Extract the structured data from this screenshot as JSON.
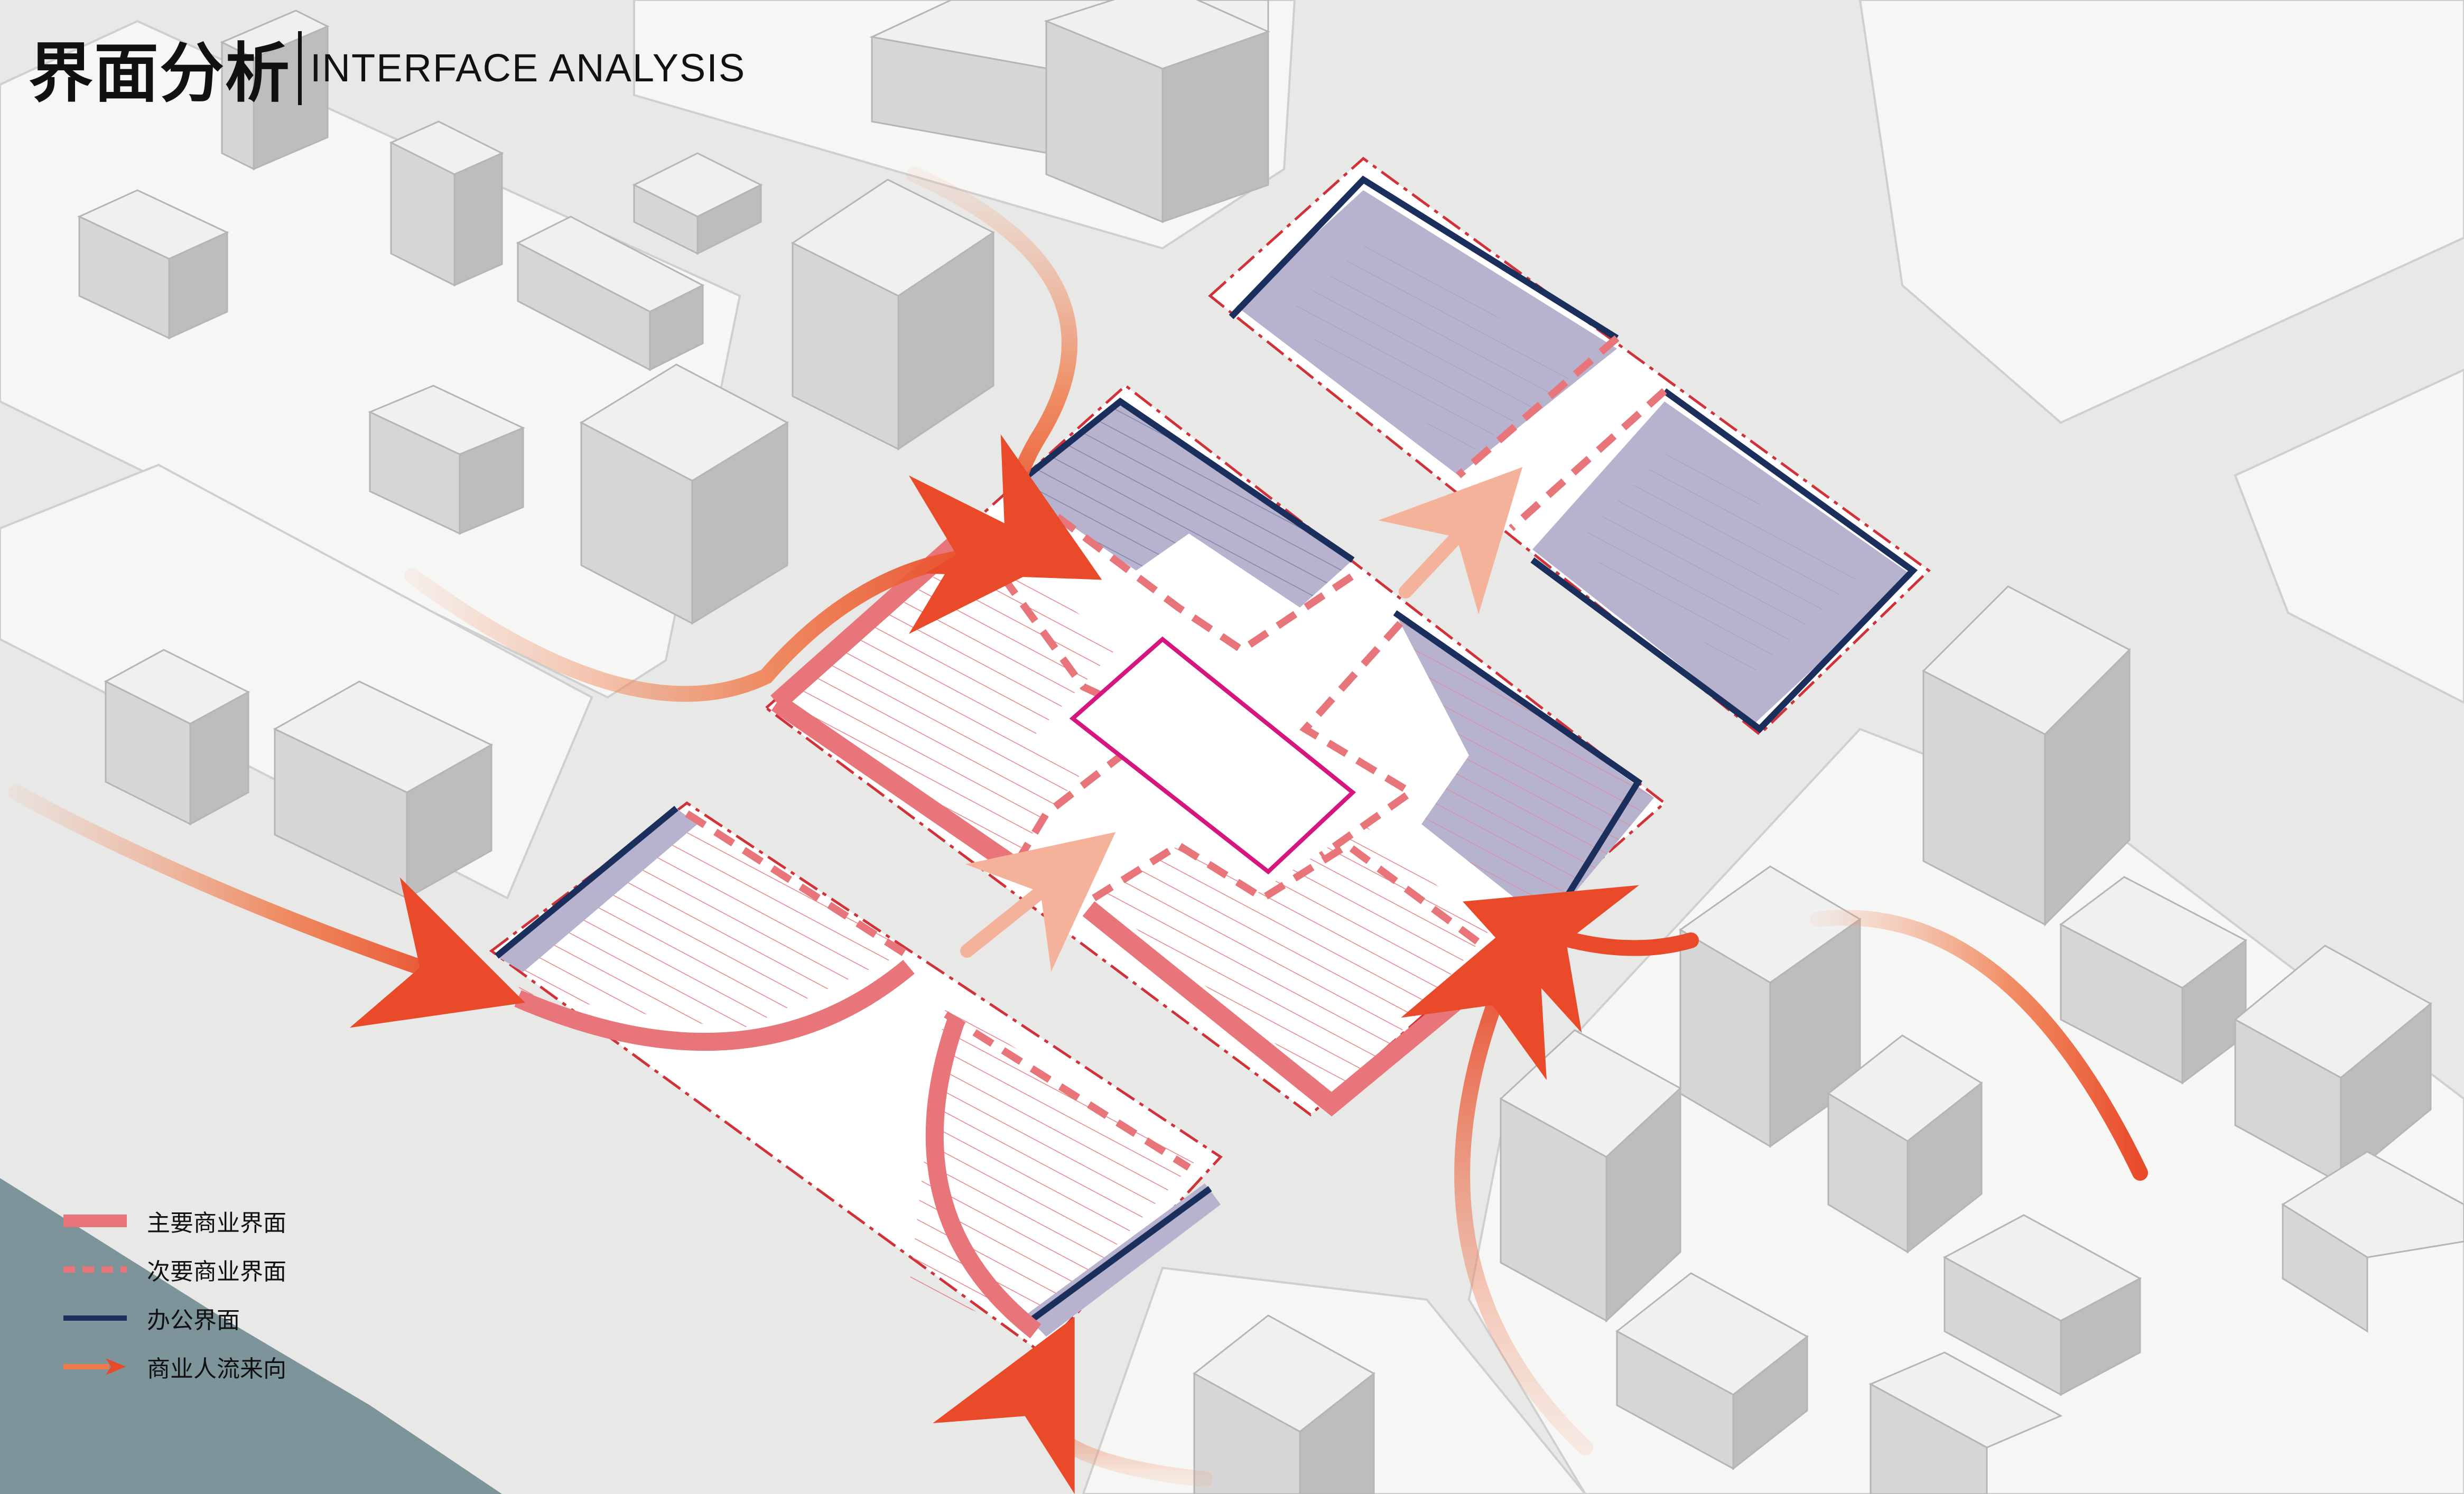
{
  "title": {
    "cn": "界面分析",
    "en": "INTERFACE ANALYSIS"
  },
  "legend": [
    {
      "label": "主要商业界面",
      "color": "#e8757a",
      "style": "solid-thick"
    },
    {
      "label": "次要商业界面",
      "color": "#e8757a",
      "style": "dashed"
    },
    {
      "label": "办公界面",
      "color": "#1a2f5c",
      "style": "solid-thin"
    },
    {
      "label": "商业人流来向",
      "color": "#e84a2a",
      "style": "arrow"
    }
  ],
  "colors": {
    "background": "#e8e8e6",
    "water": "#7d949a",
    "building": "#dcdcdc",
    "primary_commercial": "#e8757a",
    "secondary_commercial": "#e8757a",
    "office": "#1a2f5c",
    "office_fill": "#b7b3cf",
    "pedestrian_flow": "#e84a2a",
    "site_boundary": "#d0323a",
    "central_plaza": "#d6167e"
  }
}
